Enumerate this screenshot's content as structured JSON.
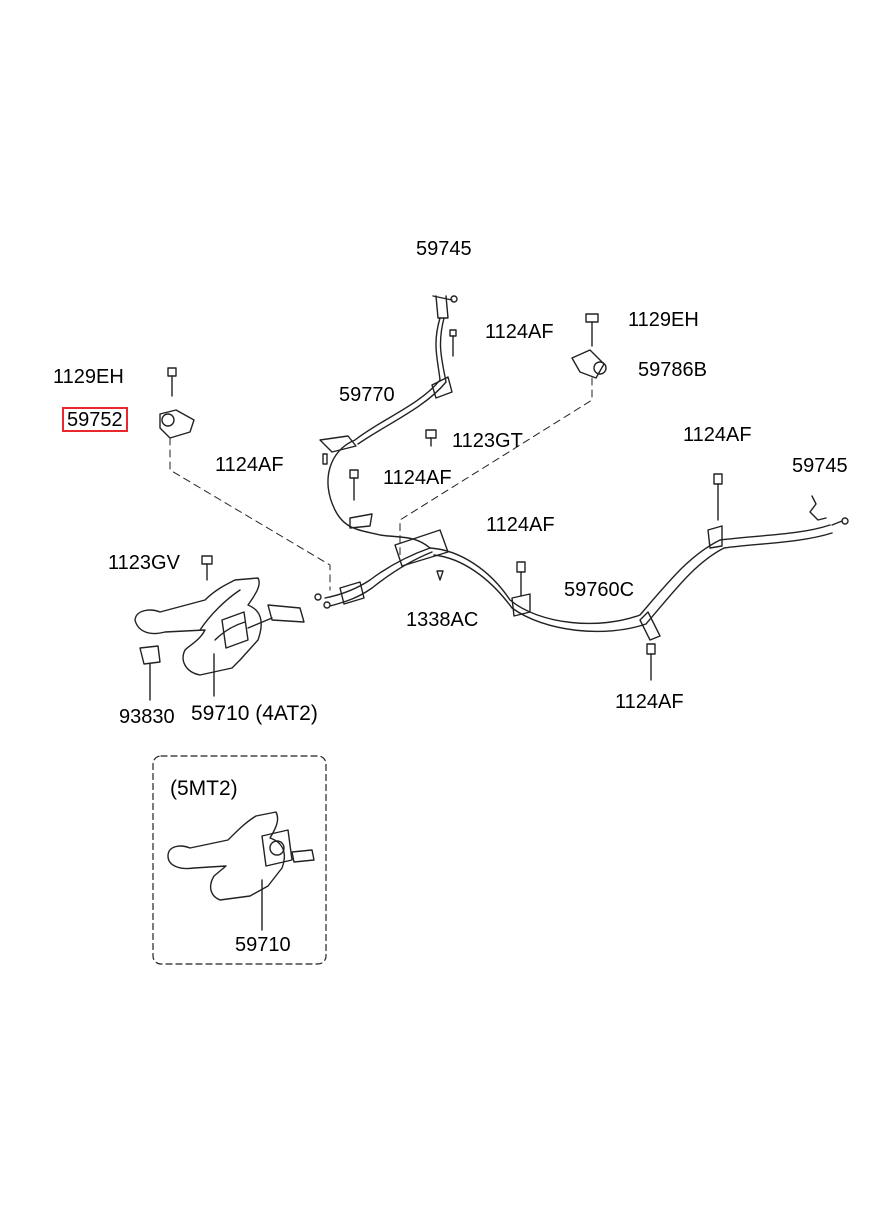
{
  "callouts": {
    "c59745_top": "59745",
    "c1124AF_top": "1124AF",
    "c1129EH_right": "1129EH",
    "c59786B": "59786B",
    "c1129EH_left": "1129EH",
    "c59752": "59752",
    "c59770": "59770",
    "c1123GT": "1123GT",
    "c1124AF_mid_left": "1124AF",
    "c1124AF_mid": "1124AF",
    "c1124AF_right_top": "1124AF",
    "c59745_right": "59745",
    "c1124AF_center": "1124AF",
    "c1123GV": "1123GV",
    "c59760C": "59760C",
    "c1338AC": "1338AC",
    "c1124AF_bottom": "1124AF",
    "c93830": "93830",
    "c59710_4AT2": "59710 (4AT2)",
    "c5MT2": "(5MT2)",
    "c59710_5MT2": "59710"
  },
  "highlight_color": "#e8282b",
  "line_color": "#222222"
}
